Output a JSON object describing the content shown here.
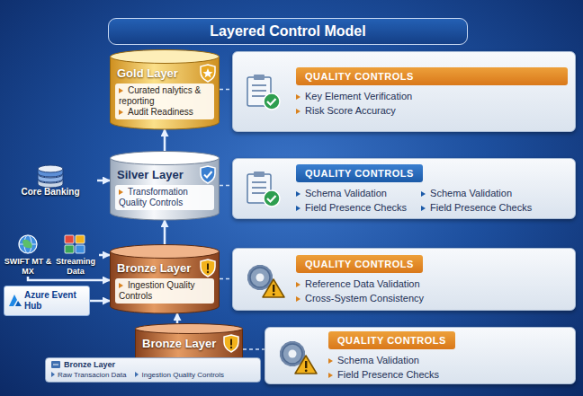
{
  "diagram": {
    "title": "Layered Control Model",
    "nodes": [
      {
        "text": [
          "Gold Layer",
          "Curated nalytics & reporting",
          "Audit Readiness"
        ]
      },
      {
        "text": [
          "QUALITY CONTROLS",
          "Key Element Verification",
          "Risk Score Accuracy"
        ]
      },
      {
        "text": [
          "Core Banking"
        ]
      },
      {
        "text": [
          "Silver Layer",
          "Transformation Quality Controls"
        ]
      },
      {
        "text": [
          "QUALITY CONTROLS",
          "Schema Validation",
          "Field Presence Checks",
          "Schema Validation",
          "Field Presence Checks"
        ]
      },
      {
        "text": [
          "SWIFT MT & MX"
        ]
      },
      {
        "text": [
          "Streaming Data"
        ]
      },
      {
        "text": [
          "Azure Event Hub"
        ]
      },
      {
        "text": [
          "Bronze Layer",
          "Ingestion Quality Controls"
        ]
      },
      {
        "text": [
          "QUALITY CONTROLS",
          "Reference Data Validation",
          "Cross-System Consistency"
        ]
      },
      {
        "text": [
          "Bronze Layer"
        ]
      },
      {
        "text": [
          "Bronze Layer",
          "Raw Transacion Data",
          "Ingestion Quality Controls"
        ]
      },
      {
        "text": [
          "QUALITY CONTROLS",
          "Schema Validation",
          "Field Presence Checks"
        ]
      }
    ],
    "edges": [
      {
        "from": 3,
        "to": 0,
        "arrow": "to"
      },
      {
        "from": 8,
        "to": 3,
        "arrow": "to"
      },
      {
        "from": 10,
        "to": 8,
        "arrow": "to"
      },
      {
        "from": 2,
        "to": 3,
        "arrow": "to"
      },
      {
        "from": 5,
        "to": 8,
        "arrow": "to"
      },
      {
        "from": 6,
        "to": 8,
        "arrow": "to"
      },
      {
        "from": 7,
        "to": 8,
        "arrow": "to"
      },
      {
        "from": 0,
        "to": 1,
        "arrow": "none"
      },
      {
        "from": 3,
        "to": 4,
        "arrow": "none"
      },
      {
        "from": 8,
        "to": 9,
        "arrow": "none"
      },
      {
        "from": 10,
        "to": 12,
        "arrow": "none"
      }
    ]
  }
}
